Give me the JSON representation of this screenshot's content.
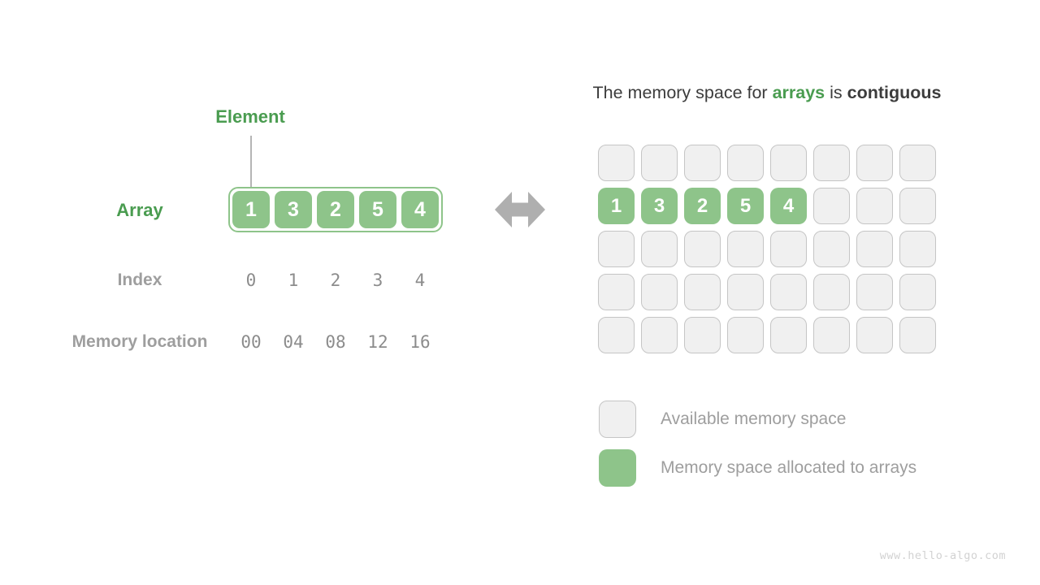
{
  "left_panel": {
    "element_label": "Element",
    "array_label": "Array",
    "index_label": "Index",
    "memory_label": "Memory location",
    "array_values": [
      "1",
      "3",
      "2",
      "5",
      "4"
    ],
    "index_values": [
      "0",
      "1",
      "2",
      "3",
      "4"
    ],
    "memory_values": [
      "00",
      "04",
      "08",
      "12",
      "16"
    ]
  },
  "right_panel": {
    "title": {
      "prefix": "The memory space for ",
      "highlight": "arrays",
      "middle": " is ",
      "emphasis": "contiguous"
    },
    "grid": {
      "columns": 8,
      "rows": 5,
      "filled_row": 1,
      "filled_values": [
        "1",
        "3",
        "2",
        "5",
        "4"
      ]
    },
    "legend": [
      {
        "swatch": "available",
        "label": "Available memory space"
      },
      {
        "swatch": "allocated",
        "label": "Memory space allocated to arrays"
      }
    ]
  },
  "watermark": "www.hello-algo.com",
  "colors": {
    "green_fill": "#8EC48A",
    "green_text": "#4A9C50",
    "cell_gray": "#F0F0F0",
    "cell_border": "#C5C5C5",
    "text_dark": "#3C3C3C",
    "text_gray": "#9E9E9E",
    "mono_gray": "#8C8C8C",
    "arrow_gray": "#AFAFAF",
    "watermark_gray": "#D2D2D2"
  }
}
